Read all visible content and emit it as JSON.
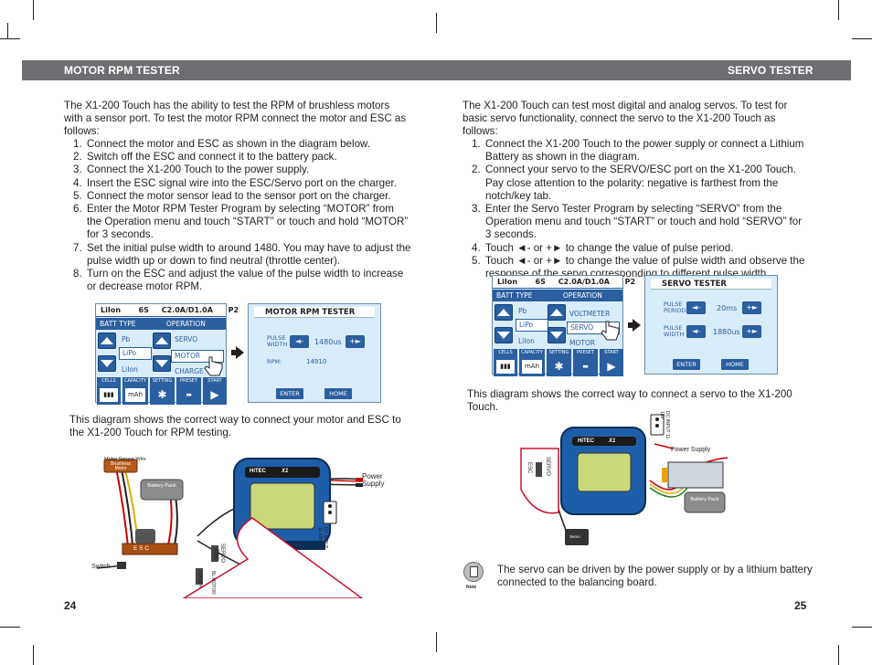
{
  "headers": {
    "left": "MOTOR RPM TESTER",
    "right": "SERVO TESTER"
  },
  "left": {
    "intro": "The X1-200 Touch has the ability to test the RPM of brushless motors with a sensor port. To test the motor RPM connect the motor and ESC as follows:",
    "steps": [
      {
        "num": "1.",
        "text": "Connect the motor and ESC as shown in the diagram below."
      },
      {
        "num": "2.",
        "text": "Switch off the ESC and connect it to the battery pack."
      },
      {
        "num": "3.",
        "text": "Connect the X1-200 Touch to the power supply."
      },
      {
        "num": "4.",
        "text": "Insert the ESC signal wire into the ESC/Servo port on the charger."
      },
      {
        "num": "5.",
        "text": "Connect the motor sensor lead to the sensor port on the charger."
      },
      {
        "num": "6.",
        "text": "Enter the Motor RPM Tester Program by selecting “MOTOR” from the Operation menu and touch “START” or touch and hold “MOTOR” for 3 seconds."
      },
      {
        "num": "7.",
        "text": "Set the initial pulse width to around 1480. You may have to adjust the pulse width up or down to find neutral (throttle center)."
      },
      {
        "num": "8.",
        "text": "Turn on the ESC and adjust the value of the pulse width to increase or decrease motor RPM."
      }
    ],
    "caption": "This diagram shows the correct way to connect your motor and ESC to the X1-200 Touch for RPM testing.",
    "page": "24",
    "diagram": {
      "motor_sensor_wire": "Motor Sensor Wire",
      "brushless_motor": "Brushless Motor",
      "battery_pack": "Battery Pack",
      "esc": "E S C",
      "switch": "Switch",
      "power_supply": "Power Supply",
      "dc_input": "DC INPUT 11-18V",
      "port_servo": "SERVO",
      "port_esc": "ESC",
      "port_sensor": "SENSOR",
      "port_bl_motor": "BL MOTOR"
    },
    "ops_screen": {
      "top": "LiIon       6S     C2.0A/D1.0A      P2",
      "bar": "BATT TYPE              OPERATION",
      "batt_options": [
        "Pb",
        "LiPo",
        "LiIon"
      ],
      "op_options": [
        "SERVO",
        "MOTOR",
        "CHARGE"
      ],
      "tools": [
        "CELLS",
        "CAPACITY",
        "SETTING",
        "PRESET",
        "START"
      ],
      "capacity_unit": "mAh"
    },
    "tester_screen": {
      "title": "MOTOR RPM TESTER",
      "pulse_label": "PULSE WIDTH",
      "pulse_value": "1480us",
      "rpm_label": "RPM:",
      "rpm_value": "14910",
      "enter": "ENTER",
      "home": "HOME"
    }
  },
  "right": {
    "intro": "The X1-200 Touch can test most digital and analog servos. To test for basic servo functionality, connect the servo to the X1-200 Touch as follows:",
    "steps": [
      {
        "num": "1.",
        "text": "Connect the X1-200 Touch to the power supply or connect a Lithium Battery as shown in the diagram."
      },
      {
        "num": "2.",
        "text": "Connect your servo to the SERVO/ESC port on the X1-200 Touch. Pay close attention to the polarity: negative is farthest from the notch/key tab."
      },
      {
        "num": "3.",
        "text": "Enter the Servo Tester Program by selecting “SERVO” from the Operation menu and touch “START” or touch and hold “SERVO” for 3 seconds."
      },
      {
        "num": "4.",
        "text": "Touch ◄- or +► to change the value of pulse period."
      },
      {
        "num": "5.",
        "text": "Touch ◄- or +► to change the value of pulse width and observe the response of the servo corresponding to different pulse width."
      }
    ],
    "caption": "This diagram shows the correct way to connect a servo to the X1-200 Touch.",
    "note": "The servo can be driven by the power supply or by a lithium battery connected to the balancing board.",
    "note_label": "Note",
    "page": "25",
    "diagram": {
      "power_supply": "Power Supply",
      "dc_input": "DC INPUT 11-18V",
      "battery_pack": "Battery Pack",
      "servo": "Servo",
      "port_servo": "SERVO",
      "port_esc": "ESC"
    },
    "ops_screen": {
      "top": "LiIon       6S     C2.0A/D1.0A      P2",
      "bar": "BATT TYPE              OPERATION",
      "batt_options": [
        "Pb",
        "LiPo",
        "LiIon"
      ],
      "op_options": [
        "VOLTMETER",
        "SERVO",
        "MOTOR"
      ],
      "tools": [
        "CELLS",
        "CAPACITY",
        "SETTING",
        "PRESET",
        "START"
      ],
      "capacity_unit": "mAh"
    },
    "tester_screen": {
      "title": "SERVO TESTER",
      "period_label": "PULSE PERIOD",
      "period_value": "20ms",
      "width_label": "PULSE WIDTH",
      "width_value": "1880us",
      "enter": "ENTER",
      "home": "HOME"
    }
  },
  "charger": {
    "brand": "HiTEC",
    "model": "X1"
  },
  "colors": {
    "header": "#6d6e71",
    "lcd_blue": "#2a5fa0",
    "lcd_bg": "#d9ecf9",
    "charger_blue": "#1e5ea8"
  }
}
